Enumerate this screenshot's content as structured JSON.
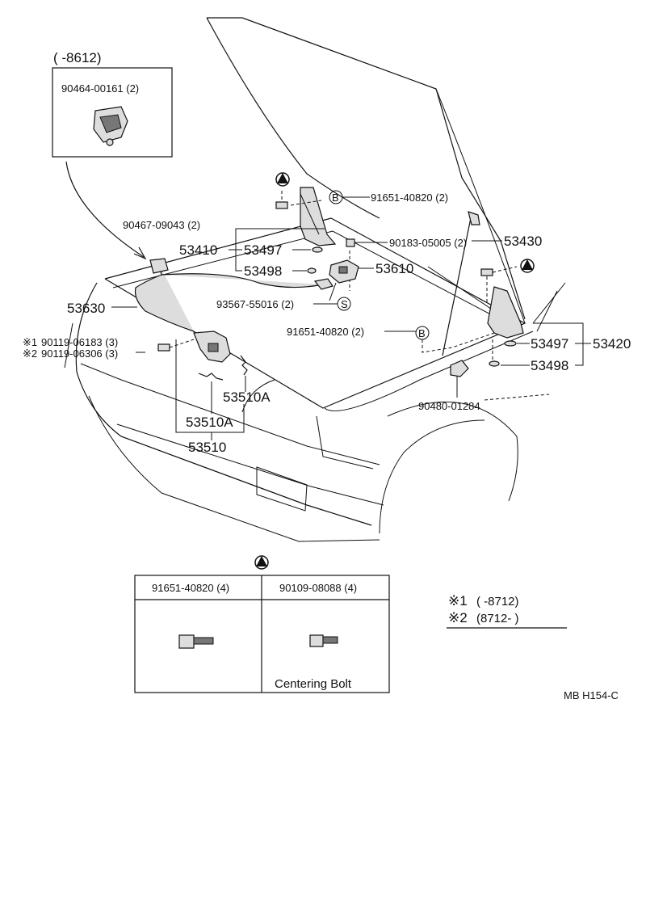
{
  "inset_top": {
    "range": "(      -8612)",
    "part": "90464-00161 (2)"
  },
  "labels": {
    "p90467": "90467-09043 (2)",
    "p53410": "53410",
    "p53497a": "53497",
    "p53498a": "53498",
    "p91651a": "91651-40820 (2)",
    "p90183": "90183-05005 (2)",
    "p53430": "53430",
    "p53610": "53610",
    "p93567": "93567-55016 (2)",
    "p91651b": "91651-40820 (2)",
    "p53630": "53630",
    "p90119a": "90119-06183 (3)",
    "p90119b": "90119-06306 (3)",
    "mark1": "※1",
    "mark2": "※2",
    "p53497b": "53497",
    "p53420": "53420",
    "p53498b": "53498",
    "p53510A_1": "53510A",
    "p53510A_2": "53510A",
    "p53510": "53510",
    "p90480": "90480-01284"
  },
  "callouts": {
    "b1": "B",
    "b2": "B",
    "s1": "S"
  },
  "bolt_table": {
    "col1": "91651-40820 (4)",
    "col2": "90109-08088 (4)",
    "caption": "Centering Bolt"
  },
  "notes": {
    "n1_mark": "※1",
    "n1_range": "(      -8712)",
    "n2_mark": "※2",
    "n2_range": "(8712-      )"
  },
  "footer": {
    "code": "MB  H154-C"
  }
}
